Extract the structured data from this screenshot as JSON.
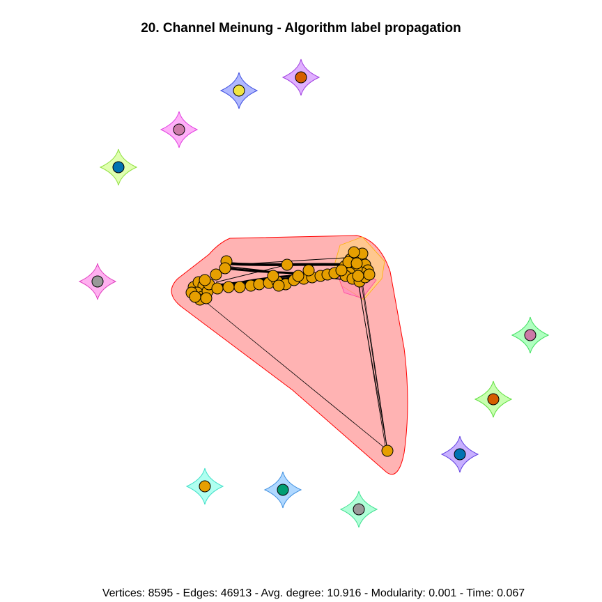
{
  "title": "20. Channel Meinung - Algorithm label propagation",
  "footer": "Vertices: 8595 - Edges: 46913 - Avg. degree: 10.916 - Modularity: 0.001 - Time: 0.067",
  "colors": {
    "main_cluster_fill": "#ff8080",
    "main_cluster_stroke": "#ff0000",
    "main_vertex": "#e69f00",
    "edge": "#000000",
    "orange_cluster_fill": "#ffd080",
    "magenta_cluster_fill": "#ff80c0"
  },
  "isolated_communities": [
    {
      "name": "community-1",
      "blob_fill": "#e0ffb0",
      "blob_stroke": "#90e040",
      "vertex": "#0072b2"
    },
    {
      "name": "community-2",
      "blob_fill": "#ffb0f8",
      "blob_stroke": "#e040e0",
      "vertex": "#cc79a7"
    },
    {
      "name": "community-3",
      "blob_fill": "#b0b8ff",
      "blob_stroke": "#4050e0",
      "vertex": "#f0e442"
    },
    {
      "name": "community-4",
      "blob_fill": "#e0b0ff",
      "blob_stroke": "#a040e0",
      "vertex": "#d55e00"
    },
    {
      "name": "community-5",
      "blob_fill": "#ffb0f0",
      "blob_stroke": "#e040c0",
      "vertex": "#999999"
    },
    {
      "name": "community-6",
      "blob_fill": "#b0ffc0",
      "blob_stroke": "#40e060",
      "vertex": "#cc79a7"
    },
    {
      "name": "community-7",
      "blob_fill": "#c8ffb0",
      "blob_stroke": "#60e040",
      "vertex": "#d55e00"
    },
    {
      "name": "community-8",
      "blob_fill": "#c8b0ff",
      "blob_stroke": "#6040e0",
      "vertex": "#0072b2"
    },
    {
      "name": "community-9",
      "blob_fill": "#b0ffd8",
      "blob_stroke": "#40e090",
      "vertex": "#999999"
    },
    {
      "name": "community-10",
      "blob_fill": "#b0d8ff",
      "blob_stroke": "#4090e0",
      "vertex": "#009e73"
    },
    {
      "name": "community-11",
      "blob_fill": "#b0fff0",
      "blob_stroke": "#40e0c8",
      "vertex": "#e69f00"
    }
  ]
}
